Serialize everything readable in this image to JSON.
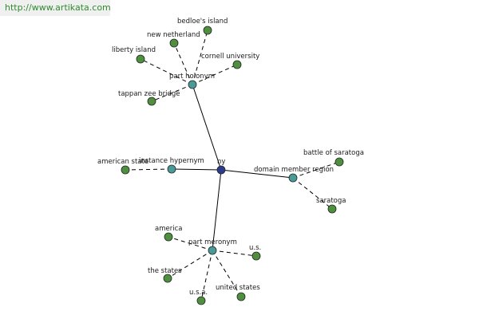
{
  "watermark": "http://www.artikata.com",
  "colors": {
    "center": "#2b3a8f",
    "relation": "#4a9a9a",
    "leaf": "#4f8f3f",
    "edge": "#000000"
  },
  "graph": {
    "center": {
      "id": "ny",
      "label": "ny"
    },
    "relations": [
      {
        "id": "part-holonym",
        "label": "part holonym",
        "leaves": [
          "bedloe's island",
          "new netherland",
          "liberty island",
          "cornell university",
          "tappan zee bridge"
        ]
      },
      {
        "id": "instance-hypernym",
        "label": "instance hypernym",
        "leaves": [
          "american state"
        ]
      },
      {
        "id": "domain-member-region",
        "label": "domain member region",
        "leaves": [
          "battle of saratoga",
          "saratoga"
        ]
      },
      {
        "id": "part-meronym",
        "label": "part meronym",
        "leaves": [
          "america",
          "u.s.",
          "the states",
          "u.s.a.",
          "united states"
        ]
      }
    ]
  }
}
